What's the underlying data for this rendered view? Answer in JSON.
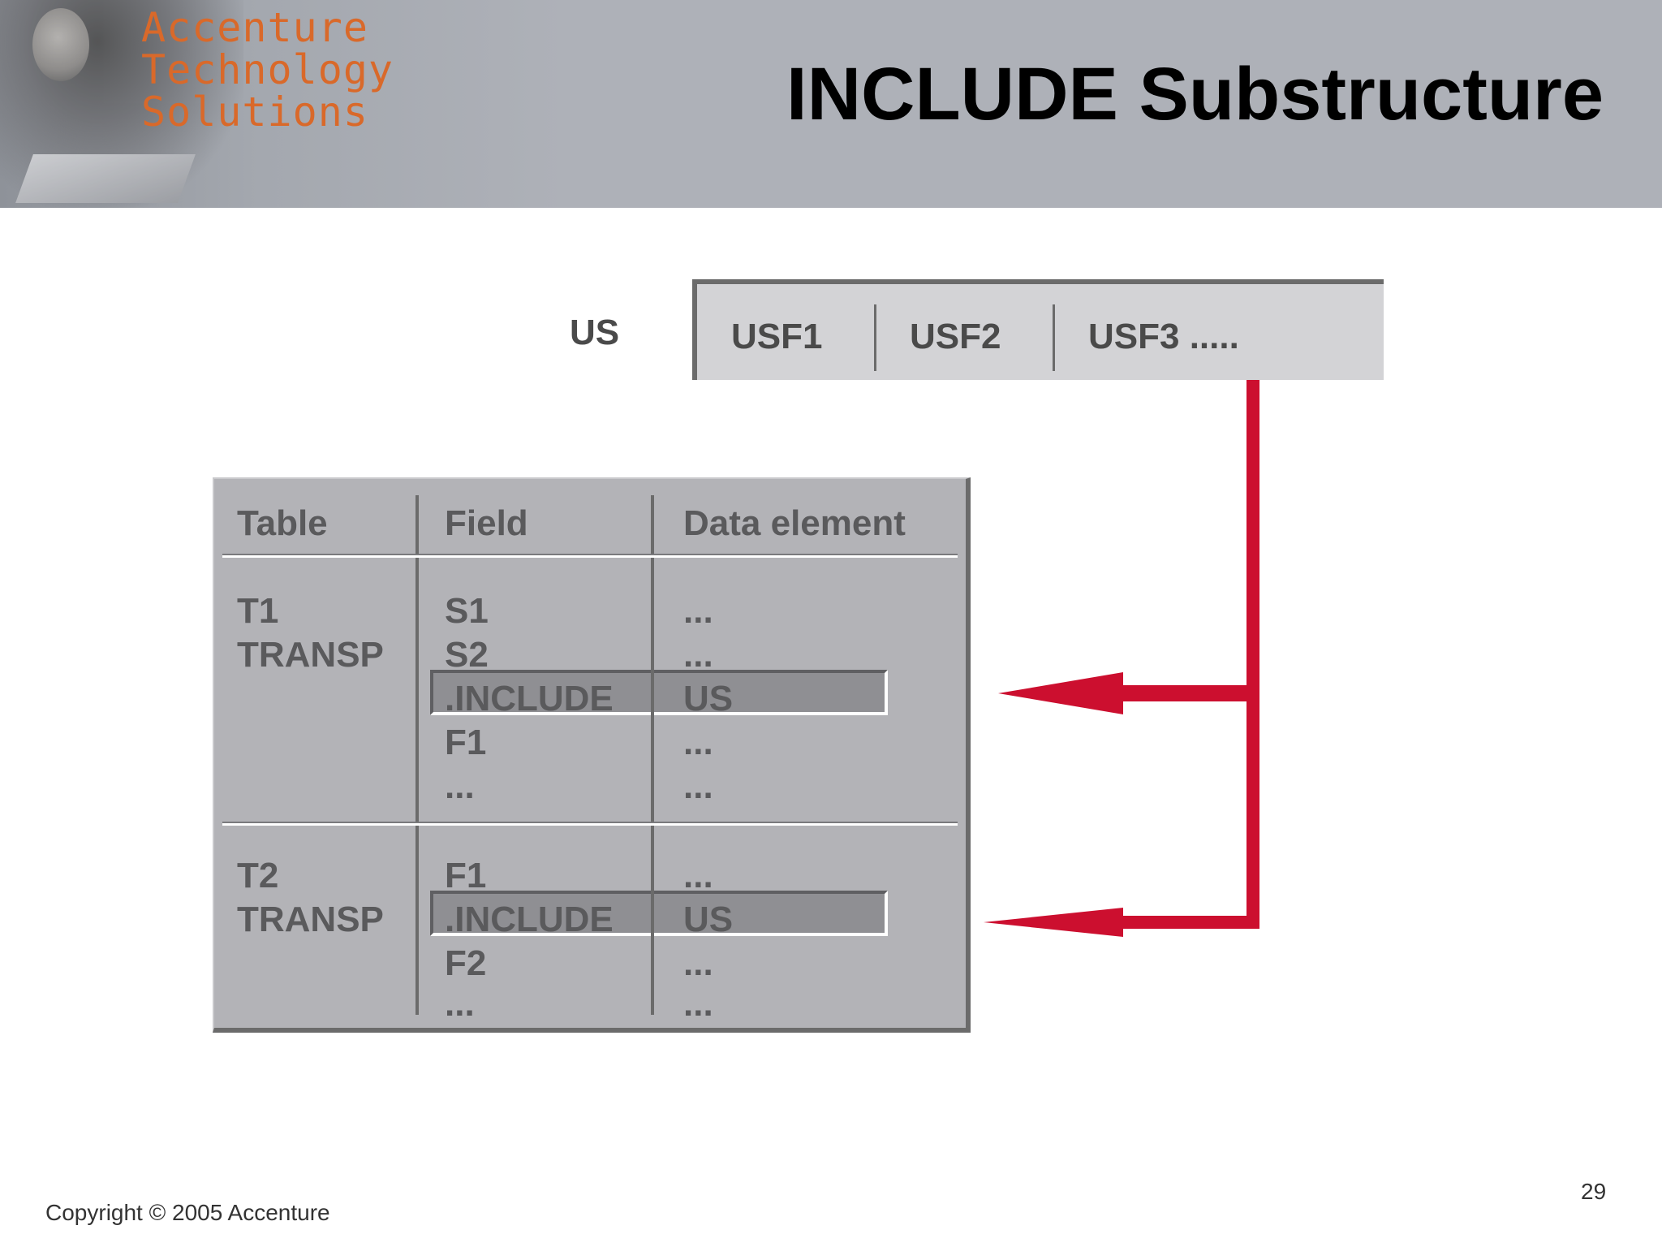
{
  "header": {
    "logo_lines": [
      "Accenture",
      "Technology",
      "Solutions"
    ],
    "title": "INCLUDE Substructure"
  },
  "structure": {
    "name": "US",
    "fields": [
      "USF1",
      "USF2",
      "USF3 ....."
    ]
  },
  "table": {
    "headers": [
      "Table",
      "Field",
      "Data element"
    ],
    "groups": [
      {
        "table_lines": [
          "T1",
          "TRANSP"
        ],
        "rows": [
          {
            "field": "S1",
            "element": "..."
          },
          {
            "field": "S2",
            "element": "..."
          },
          {
            "field": ".INCLUDE",
            "element": "US"
          },
          {
            "field": "F1",
            "element": "..."
          },
          {
            "field": "...",
            "element": "..."
          }
        ]
      },
      {
        "table_lines": [
          "T2",
          "TRANSP"
        ],
        "rows": [
          {
            "field": "F1",
            "element": "..."
          },
          {
            "field": ".INCLUDE",
            "element": "US"
          },
          {
            "field": "F2",
            "element": "..."
          },
          {
            "field": "...",
            "element": "..."
          }
        ]
      }
    ]
  },
  "colors": {
    "arrow": "#cc0f2f",
    "logo": "#d9692a"
  },
  "footer": {
    "copyright": "Copyright © 2005 Accenture",
    "page_number": "29"
  }
}
